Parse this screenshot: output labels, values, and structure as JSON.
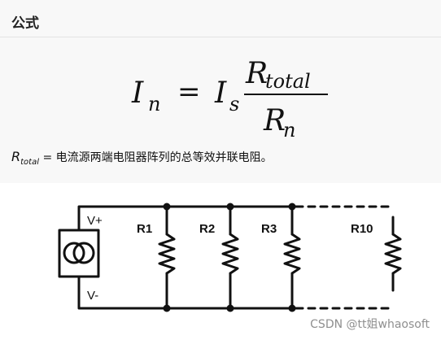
{
  "section": {
    "title": "公式"
  },
  "formula": {
    "lhs": "I",
    "lhs_sub": "n",
    "equals": "=",
    "factor": "I",
    "factor_sub": "s",
    "num": "R",
    "num_sub": "total",
    "den": "R",
    "den_sub": "n"
  },
  "description": {
    "symbol": "R",
    "symbol_sub": "total",
    "text": " = 电流源两端电阻器阵列的总等效并联电阻。"
  },
  "circuit": {
    "source_plus": "V+",
    "source_minus": "V-",
    "resistors": [
      "R1",
      "R2",
      "R3",
      "R10"
    ]
  },
  "watermark": "CSDN @tt姐whaosoft"
}
